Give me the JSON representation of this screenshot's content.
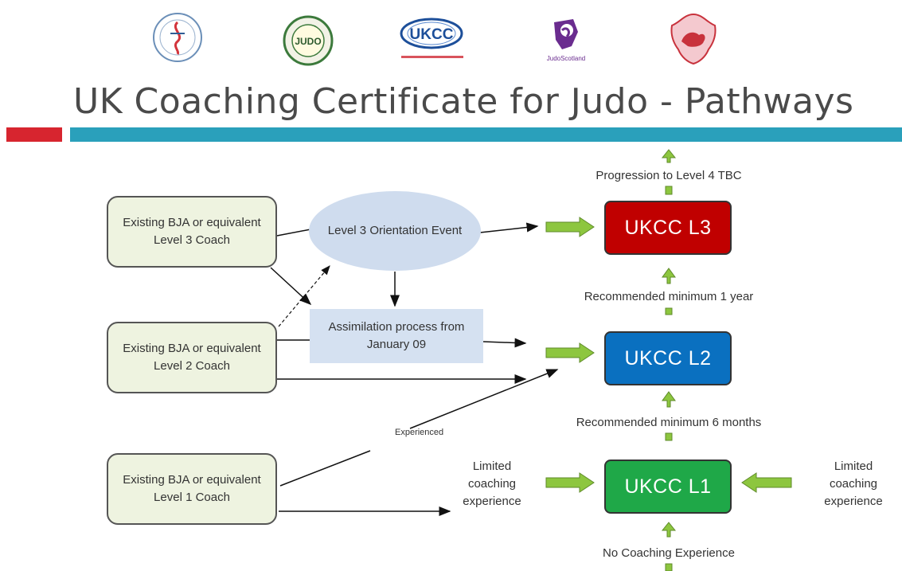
{
  "title": "UK Coaching Certificate for Judo - Pathways",
  "logos": {
    "ukcc_text": "UKCC",
    "judoscotland_text": "JudoScotland",
    "nijudo_text": "JUDO"
  },
  "colors": {
    "red_bar": "#d7252f",
    "teal_bar": "#2aa0bb",
    "l3": "#c00000",
    "l2": "#0a70c0",
    "l1": "#1fa848",
    "green_arrow": "#8dc63f"
  },
  "sources": {
    "level3": "Existing BJA or equivalent Level 3 Coach",
    "level2": "Existing BJA or equivalent Level 2 Coach",
    "level1": "Existing BJA or equivalent Level 1 Coach"
  },
  "orientation": "Level 3 Orientation Event",
  "assimilation": "Assimilation process from January 09",
  "levels": {
    "l3": "UKCC L3",
    "l2": "UKCC L2",
    "l1": "UKCC L1"
  },
  "labels": {
    "progression": "Progression to Level 4 TBC",
    "min_1_year": "Recommended minimum 1 year",
    "min_6_months": "Recommended minimum 6 months",
    "no_experience": "No Coaching Experience",
    "experienced": "Experienced",
    "limited_left": "Limited coaching experience",
    "limited_right": "Limited coaching experience"
  }
}
